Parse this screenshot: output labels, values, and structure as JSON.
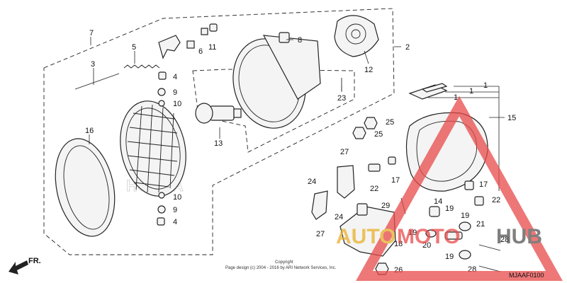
{
  "callouts": {
    "c1a": "1",
    "c1b": "1",
    "c1c": "1",
    "c2": "2",
    "c3": "3",
    "c4a": "4",
    "c4b": "4",
    "c5": "5",
    "c6": "6",
    "c7": "7",
    "c8": "8",
    "c9a": "9",
    "c9b": "9",
    "c10a": "10",
    "c10b": "10",
    "c11": "11",
    "c12": "12",
    "c13": "13",
    "c14": "14",
    "c15": "15",
    "c16": "16",
    "c17a": "17",
    "c17b": "17",
    "c18": "18",
    "c19a": "19",
    "c19b": "19",
    "c19c": "19",
    "c19d": "19",
    "c20": "20",
    "c21": "21",
    "c22a": "22",
    "c22b": "22",
    "c23": "23",
    "c24a": "24",
    "c24b": "24",
    "c25a": "25",
    "c25b": "25",
    "c26": "26",
    "c27a": "27",
    "c27b": "27",
    "c28a": "28",
    "c28b": "28",
    "c29": "29"
  },
  "fr_label": "FR.",
  "diagram_code": "MJAAF0100",
  "copyright_line1": "Copyright",
  "copyright_line2": "Page design (c) 2004 - 2016 by ARI Network Services, Inc.",
  "watermark": {
    "part1": "AUTO",
    "part2": "MOTO",
    "part3": "HUB",
    "color_gold": "#e8b02a",
    "color_red": "#e84a4a"
  },
  "brand_ghost": "HONDA"
}
